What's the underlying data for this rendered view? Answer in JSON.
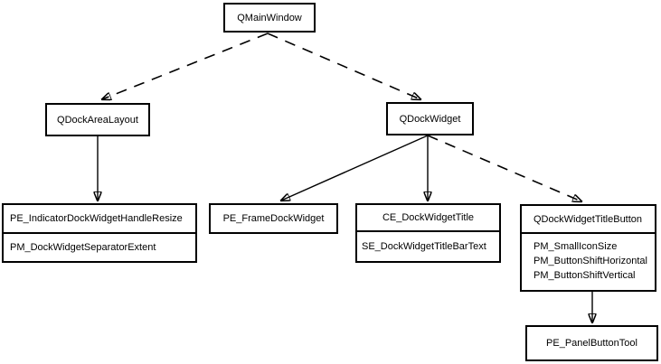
{
  "diagram": {
    "background": "#ffffff",
    "line_color": "#000000",
    "nodes": {
      "qmainwindow": {
        "label": "QMainWindow"
      },
      "qdockarealayout": {
        "label": "QDockAreaLayout"
      },
      "qdockwidget": {
        "label": "QDockWidget"
      },
      "indicator_box": {
        "row1": "PE_IndicatorDockWidgetHandleResize",
        "row2": "PM_DockWidgetSeparatorExtent"
      },
      "frame_dock": {
        "label": "PE_FrameDockWidget"
      },
      "dock_title_box": {
        "title": "CE_DockWidgetTitle",
        "row1": "SE_DockWidgetTitleBarText"
      },
      "title_button_box": {
        "title": "QDockWidgetTitleButton",
        "item1": "PM_SmallIconSize",
        "item2": "PM_ButtonShiftHorizontal",
        "item3": "PM_ButtonShiftVertical"
      },
      "panel_button": {
        "label": "PE_PanelButtonTool"
      }
    },
    "edges": [
      {
        "from": "QMainWindow",
        "to": "QDockAreaLayout",
        "style": "dashed",
        "arrow": "filled-triangle"
      },
      {
        "from": "QMainWindow",
        "to": "QDockWidget",
        "style": "dashed",
        "arrow": "filled-triangle"
      },
      {
        "from": "QDockAreaLayout",
        "to": "PE_IndicatorDockWidgetHandleResize",
        "style": "solid",
        "arrow": "filled-triangle"
      },
      {
        "from": "QDockWidget",
        "to": "PE_FrameDockWidget",
        "style": "solid",
        "arrow": "filled-triangle"
      },
      {
        "from": "QDockWidget",
        "to": "CE_DockWidgetTitle",
        "style": "solid",
        "arrow": "filled-triangle"
      },
      {
        "from": "QDockWidget",
        "to": "QDockWidgetTitleButton",
        "style": "dashed",
        "arrow": "filled-triangle"
      },
      {
        "from": "QDockWidgetTitleButton",
        "to": "PE_PanelButtonTool",
        "style": "solid",
        "arrow": "filled-triangle"
      }
    ]
  }
}
